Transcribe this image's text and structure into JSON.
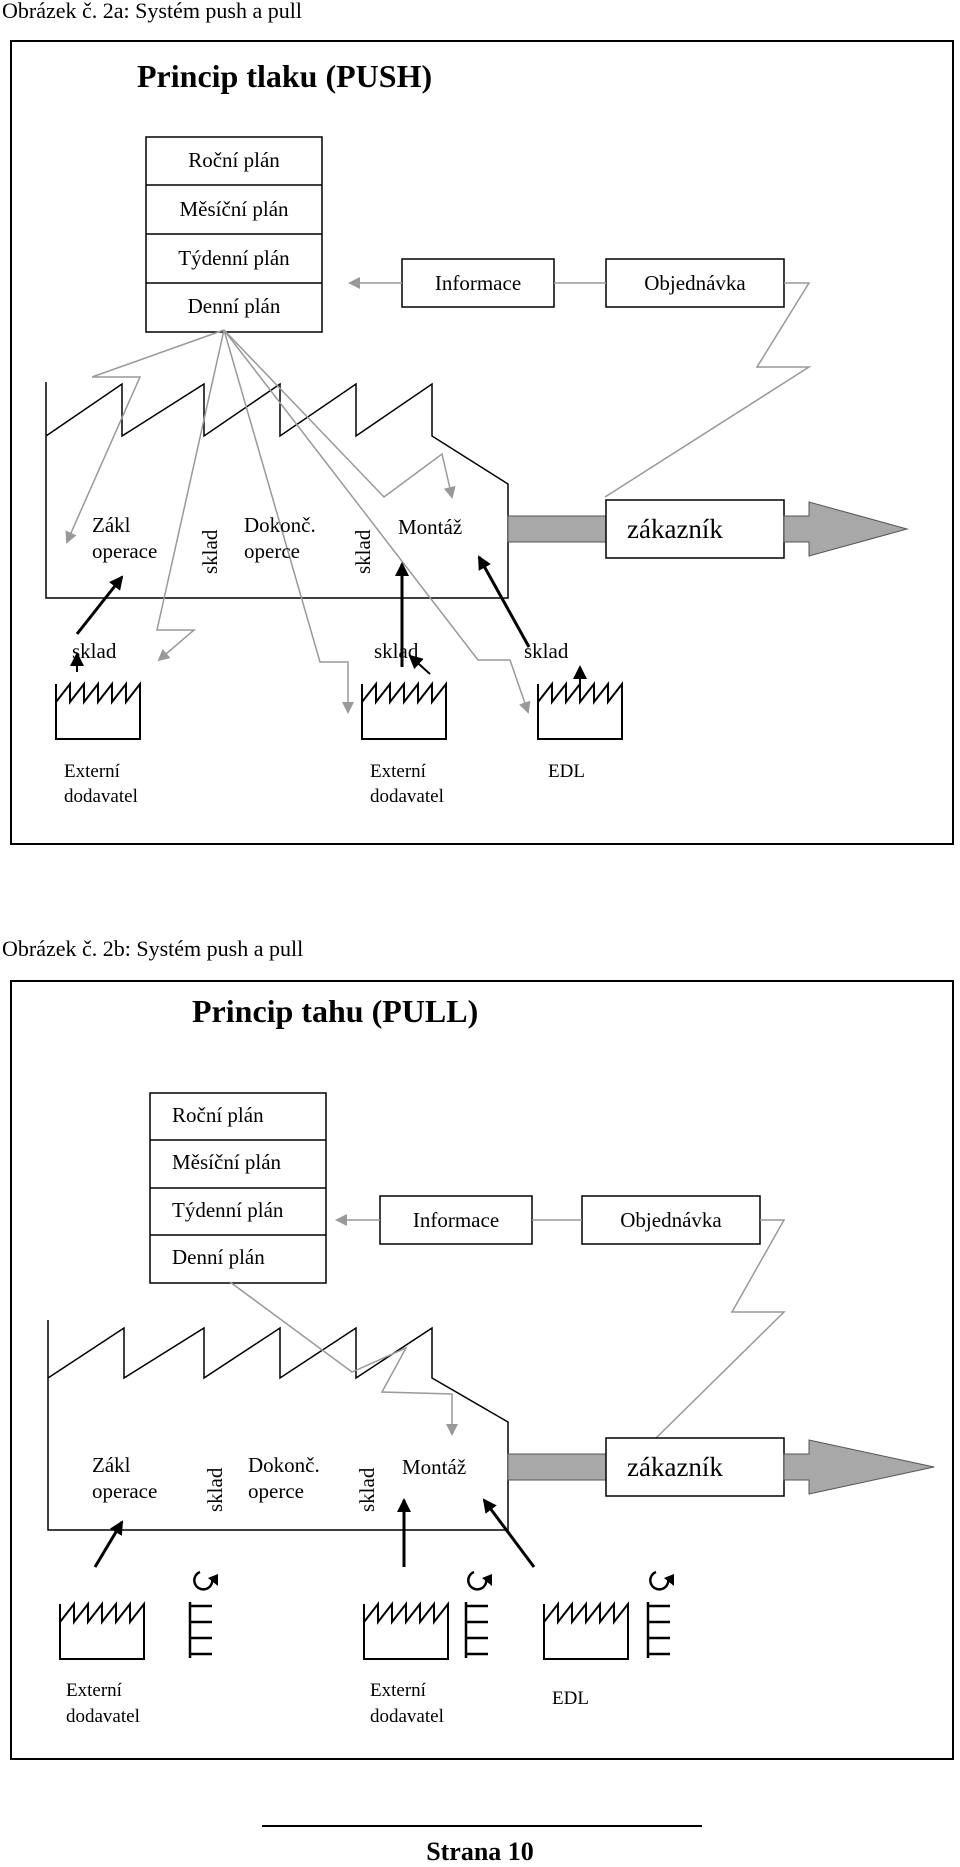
{
  "captions": {
    "fig_a": "Obrázek č. 2a: Systém push a pull",
    "fig_b": "Obrázek č. 2b: Systém push a pull"
  },
  "push": {
    "title": "Princip tlaku (PUSH)",
    "plans": [
      "Roční plán",
      "Měsíční plán",
      "Týdenní plán",
      "Denní plán"
    ],
    "informace": "Informace",
    "objednavka": "Objednávka",
    "zakaznik": "zákazník",
    "zakl1": "Zákl",
    "zakl2": "operace",
    "sklad_vertical": "sklad",
    "dokonc1": "Dokonč.",
    "dokonc2": "operce",
    "montaz": "Montáž",
    "sklad": "sklad",
    "supplier1_1": "Externí",
    "supplier1_2": "dodavatel",
    "edl": "EDL"
  },
  "pull": {
    "title": "Princip tahu (PULL)",
    "plans": [
      "Roční plán",
      "Měsíční plán",
      "Týdenní plán",
      "Denní plán"
    ],
    "informace": "Informace",
    "objednavka": "Objednávka",
    "zakaznik": "zákazník",
    "zakl1": "Zákl",
    "zakl2": "operace",
    "sklad_vertical": "sklad",
    "dokonc1": "Dokonč.",
    "dokonc2": "operce",
    "montaz": "Montáž",
    "supplier1_1": "Externí",
    "supplier1_2": "dodavatel",
    "edl": "EDL"
  },
  "footer": "Strana 10",
  "colors": {
    "gray_arrow": "#999999",
    "thick_arrow": "#a8a8a8"
  }
}
